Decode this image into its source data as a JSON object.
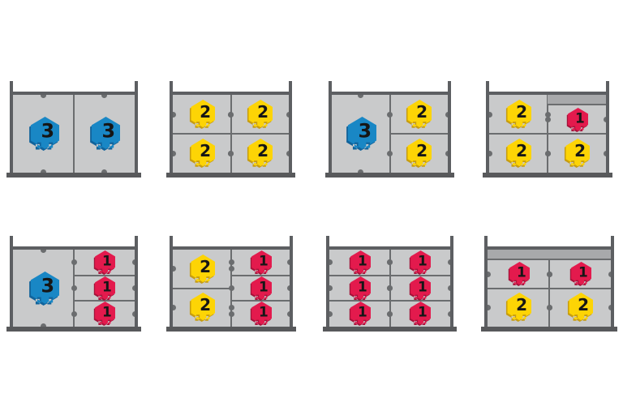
{
  "figure": {
    "description_numbers_visible": [
      "3",
      "2",
      "1"
    ],
    "rows": 2,
    "buildings_per_row": 4
  },
  "colors": {
    "background": "#ffffff",
    "room": "#c9cacb",
    "wall": "#5d5f62",
    "inner_line": "#6b6d6f",
    "base": "#58595b",
    "attic": "#a8a9ab",
    "dot": "#6b6d6f",
    "number": "#161616"
  },
  "tokens": {
    "blue": {
      "value": "3",
      "fill": "#1987c5",
      "shade": "#11639b"
    },
    "yellow": {
      "value": "2",
      "fill": "#fdd405",
      "shade": "#c79d10"
    },
    "red": {
      "value": "1",
      "fill": "#e31a4d",
      "shade": "#a5123a"
    }
  },
  "buildings": [
    {
      "id": "building-1",
      "columns": [
        [
          {
            "token": "blue"
          }
        ],
        [
          {
            "token": "blue"
          }
        ]
      ]
    },
    {
      "id": "building-2",
      "columns": [
        [
          {
            "token": "yellow"
          },
          {
            "token": "yellow"
          }
        ],
        [
          {
            "token": "yellow"
          },
          {
            "token": "yellow"
          }
        ]
      ]
    },
    {
      "id": "building-3",
      "columns": [
        [
          {
            "token": "blue"
          }
        ],
        [
          {
            "token": "yellow"
          },
          {
            "token": "yellow"
          }
        ]
      ]
    },
    {
      "id": "building-4",
      "columns": [
        [
          {
            "token": "yellow"
          },
          {
            "token": "yellow"
          }
        ],
        [
          {
            "token": "red",
            "attic": true
          },
          {
            "token": "yellow"
          }
        ]
      ]
    },
    {
      "id": "building-5",
      "columns": [
        [
          {
            "token": "blue"
          }
        ],
        [
          {
            "token": "red"
          },
          {
            "token": "red"
          },
          {
            "token": "red"
          }
        ]
      ]
    },
    {
      "id": "building-6",
      "columns": [
        [
          {
            "token": "yellow"
          },
          {
            "token": "yellow"
          }
        ],
        [
          {
            "token": "red"
          },
          {
            "token": "red"
          },
          {
            "token": "red"
          }
        ]
      ]
    },
    {
      "id": "building-7",
      "columns": [
        [
          {
            "token": "red"
          },
          {
            "token": "red"
          },
          {
            "token": "red"
          }
        ],
        [
          {
            "token": "red"
          },
          {
            "token": "red"
          },
          {
            "token": "red"
          }
        ]
      ]
    },
    {
      "id": "building-8",
      "columns": [
        [
          {
            "token": "red",
            "attic": true
          },
          {
            "token": "yellow"
          }
        ],
        [
          {
            "token": "red",
            "attic": true
          },
          {
            "token": "yellow"
          }
        ]
      ]
    }
  ]
}
